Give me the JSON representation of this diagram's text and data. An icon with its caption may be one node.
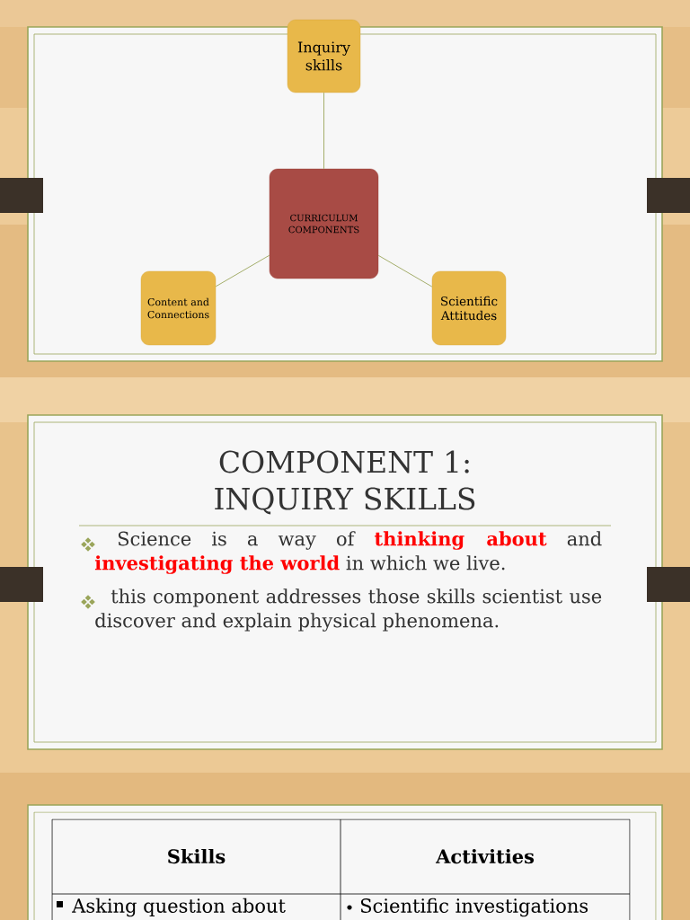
{
  "diagram": {
    "nodes": [
      {
        "text": [
          "Inquiry skills"
        ]
      },
      {
        "text": [
          "CURRICULUM COMPONENTS"
        ]
      },
      {
        "text": [
          "Content and Connections"
        ]
      },
      {
        "text": [
          "Scientific Attitudes"
        ]
      }
    ],
    "edges": [
      {
        "from": 1,
        "to": 0,
        "arrow": "none"
      },
      {
        "from": 1,
        "to": 2,
        "arrow": "none"
      },
      {
        "from": 1,
        "to": 3,
        "arrow": "none"
      }
    ],
    "labels": [
      "COMPONENT 1: INQUIRY SKILLS",
      "Science is a way of **thinking about** and **investigating the world** in which we live.",
      "this component addresses those skills scientist use discover and explain physical phenomena.",
      "Skills",
      "Activities",
      "Asking question about",
      "Scientific investigations"
    ]
  }
}
